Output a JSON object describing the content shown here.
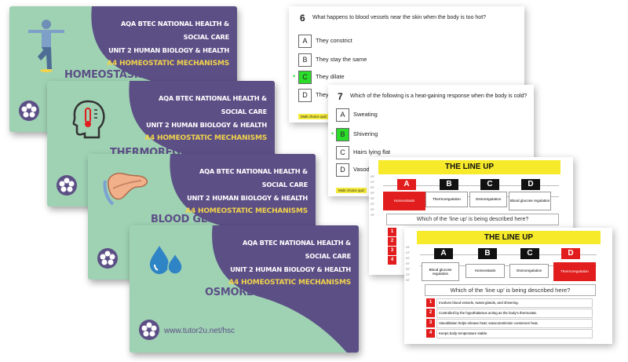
{
  "slides": [
    {
      "line1": "AQA BTEC National Health & Social Care",
      "line2": "Unit 2 Human Biology & Health",
      "line3": "A4 Homeostatic Mechanisms",
      "title": "HOMEOSTASIS",
      "icon": "yoga-person-icon"
    },
    {
      "line1": "AQA BTEC National Health & Social Care",
      "line2": "Unit 2 Human Biology & Health",
      "line3": "A4 Homeostatic Mechanisms",
      "title": "THERMOREGULATION",
      "icon": "head-thermometer-icon"
    },
    {
      "line1": "AQA BTEC National Health & Social Care",
      "line2": "Unit 2 Human Biology & Health",
      "line3": "A4 Homeostatic Mechanisms",
      "title": "BLOOD GLUCOSE REGULATION",
      "icon": "pancreas-icon"
    },
    {
      "line1": "AQA BTEC National Health & Social Care",
      "line2": "Unit 2 Human Biology & Health",
      "line3": "A4 Homeostatic Mechanisms",
      "title": "OSMOREGULATION",
      "icon": "water-drops-icon",
      "url": "www.tutor2u.net/hsc"
    }
  ],
  "quiz1": {
    "number": "6",
    "question": "What happens to blood vessels near the skin when the body is too hot?",
    "options": [
      {
        "letter": "A",
        "text": "They constrict"
      },
      {
        "letter": "B",
        "text": "They stay the same"
      },
      {
        "letter": "C",
        "text": "They dilate"
      },
      {
        "letter": "D",
        "text": "They st"
      }
    ],
    "footer": "Multi choice quiz"
  },
  "quiz2": {
    "number": "7",
    "question": "Which of the following is a heat-gaining response when the body is cold?",
    "options": [
      {
        "letter": "A",
        "text": "Sweating"
      },
      {
        "letter": "B",
        "text": "Shivering"
      },
      {
        "letter": "C",
        "text": "Hairs lying flat"
      },
      {
        "letter": "D",
        "text": "Vasodil"
      }
    ],
    "footer": "Multi choice quiz"
  },
  "lineup1": {
    "title": "THE LINE UP",
    "letters": [
      "A",
      "B",
      "C",
      "D"
    ],
    "cards": [
      "Homeostasis",
      "Thermoregulation",
      "Osmoregulation",
      "Blood glucose regulation"
    ],
    "question": "Which of the ‘line up’ is being described here?",
    "clue_numbers": [
      "1",
      "2",
      "3",
      "4"
    ]
  },
  "lineup2": {
    "title": "THE LINE UP",
    "letters": [
      "A",
      "B",
      "C",
      "D"
    ],
    "cards": [
      "Blood glucose regulation",
      "Homeostasis",
      "Osmoregulation",
      "Thermoregulation"
    ],
    "question": "Which of the ‘line up’ is being described here?",
    "clues": [
      {
        "n": "1",
        "text": "Involves blood vessels, sweat glands, and shivering."
      },
      {
        "n": "2",
        "text": "Controlled by the hypothalamus acting as the body’s thermostat."
      },
      {
        "n": "3",
        "text": "Vasodilation helps release heat; vasoconstriction conserves heat."
      },
      {
        "n": "4",
        "text": "Keeps body temperature stable."
      }
    ]
  },
  "colors": {
    "slide_green": "#9fd1b3",
    "slide_purple": "#5c4f86",
    "title_yellow": "#f2d34b",
    "correct_green": "#2bdc2b",
    "lineup_red": "#e21d1d",
    "banner_yellow": "#f6ea2a"
  }
}
